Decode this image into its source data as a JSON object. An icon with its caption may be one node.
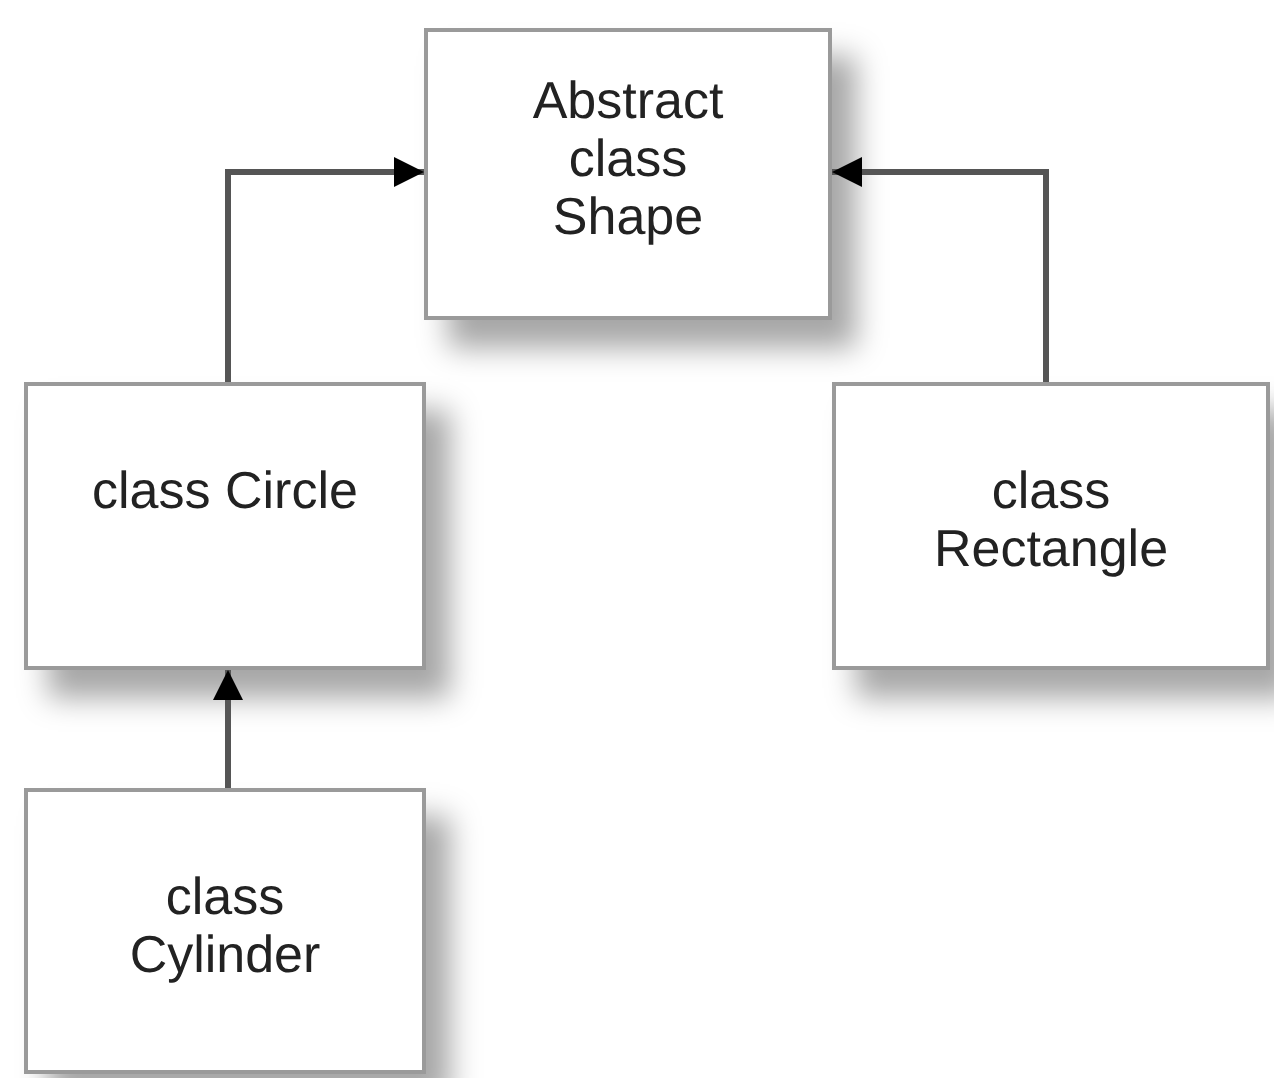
{
  "diagram": {
    "nodes": [
      {
        "text": [
          "Abstract class Shape"
        ]
      },
      {
        "text": [
          "class Circle"
        ]
      },
      {
        "text": [
          "class Rectangle"
        ]
      },
      {
        "text": [
          "class Cylinder"
        ]
      }
    ],
    "edges": [
      {
        "from": 1,
        "to": 0,
        "arrow": "to"
      },
      {
        "from": 2,
        "to": 0,
        "arrow": "to"
      },
      {
        "from": 3,
        "to": 1,
        "arrow": "to"
      }
    ]
  }
}
